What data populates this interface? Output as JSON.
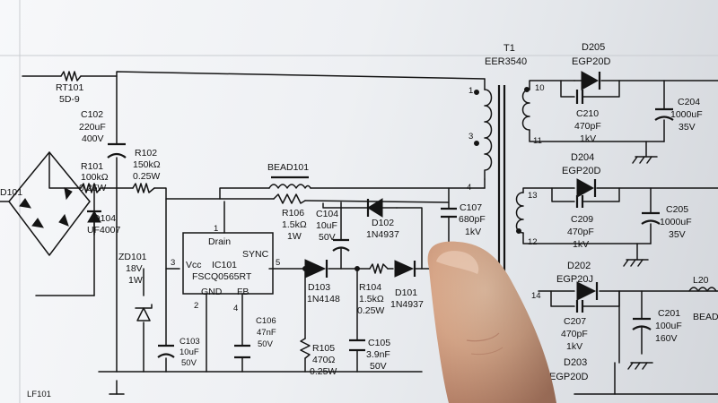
{
  "labels": {
    "d101": "D101",
    "lf101": "LF101",
    "rt101_ref": "RT101",
    "rt101_val": "5D-9",
    "c102_ref": "C102",
    "c102_val1": "220uF",
    "c102_val2": "400V",
    "r101_ref": "R101",
    "r101_val1": "100kΩ",
    "r101_val2": "0.25W",
    "r102_ref": "R102",
    "r102_val1": "150kΩ",
    "r102_val2": "0.25W",
    "d104_ref": "D104",
    "d104_val": "UF4007",
    "zd101_ref": "ZD101",
    "zd101_val1": "18V",
    "zd101_val2": "1W",
    "c103_ref": "C103",
    "c103_val1": "10uF",
    "c103_val2": "50V",
    "ic_drain": "Drain",
    "ic_sync": "SYNC",
    "ic_vcc": "Vcc",
    "ic_ref": "IC101",
    "ic_part": "FSCQ0565RT",
    "ic_gnd": "GND",
    "ic_fb": "FB",
    "pin1": "1",
    "pin2": "2",
    "pin3": "3",
    "pin4": "4",
    "pin5": "5",
    "c106_ref": "C106",
    "c106_val1": "47nF",
    "c106_val2": "50V",
    "bead_ref": "BEAD101",
    "r106_ref": "R106",
    "r106_val1": "1.5kΩ",
    "r106_val2": "1W",
    "c104_ref": "C104",
    "c104_val1": "10uF",
    "c104_val2": "50V",
    "d102_ref": "D102",
    "d102_val": "1N4937",
    "d103_ref": "D103",
    "d103_val": "1N4148",
    "r104_ref": "R104",
    "r104_val1": "1.5kΩ",
    "r104_val2": "0.25W",
    "d101b_ref": "D101",
    "d101b_val": "1N4937",
    "r105_ref": "R105",
    "r105_val1": "470Ω",
    "r105_val2": "0.25W",
    "c105_ref": "C105",
    "c105_val1": "3.9nF",
    "c105_val2": "50V",
    "c107_ref": "C107",
    "c107_val1": "680pF",
    "c107_val2": "1kV",
    "t1_ref": "T1",
    "t1_val": "EER3540",
    "tp1": "1",
    "tp3": "3",
    "tp4": "4",
    "tp10": "10",
    "tp11": "11",
    "tp13": "13",
    "tp12": "12",
    "tp14": "14",
    "d205_ref": "D205",
    "d205_val": "EGP20D",
    "c210_ref": "C210",
    "c210_val1": "470pF",
    "c210_val2": "1kV",
    "c204_ref": "C204",
    "c204_val1": "1000uF",
    "c204_val2": "35V",
    "d204_ref": "D204",
    "d204_val": "EGP20D",
    "c209_ref": "C209",
    "c209_val1": "470pF",
    "c209_val2": "1kV",
    "c205_ref": "C205",
    "c205_val1": "1000uF",
    "c205_val2": "35V",
    "d202_ref": "D202",
    "d202_val": "EGP20J",
    "c207_ref": "C207",
    "c207_val1": "470pF",
    "c207_val2": "1kV",
    "c201_ref": "C201",
    "c201_val1": "100uF",
    "c201_val2": "160V",
    "l20_ref": "L20",
    "bead_cut": "BEAD",
    "d203_ref": "D203",
    "d203_val": "EGP20D"
  }
}
